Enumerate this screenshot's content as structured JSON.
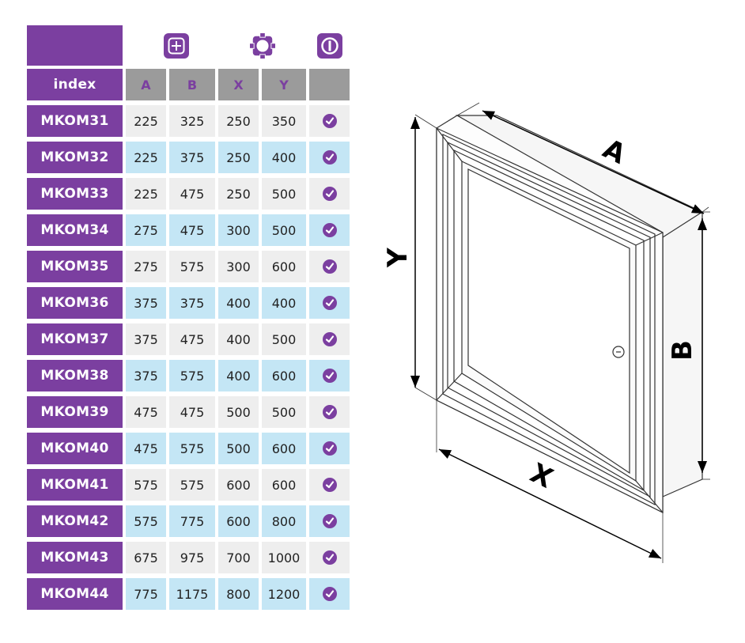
{
  "header": {
    "top_icons": [
      "crosshair-plus-icon",
      "frame-mount-icon",
      "lock-slot-icon"
    ],
    "columns": [
      "index",
      "A",
      "B",
      "X",
      "Y",
      ""
    ]
  },
  "rows": [
    {
      "index": "MKOM31",
      "A": "225",
      "B": "325",
      "X": "250",
      "Y": "350"
    },
    {
      "index": "MKOM32",
      "A": "225",
      "B": "375",
      "X": "250",
      "Y": "400"
    },
    {
      "index": "MKOM33",
      "A": "225",
      "B": "475",
      "X": "250",
      "Y": "500"
    },
    {
      "index": "MKOM34",
      "A": "275",
      "B": "475",
      "X": "300",
      "Y": "500"
    },
    {
      "index": "MKOM35",
      "A": "275",
      "B": "575",
      "X": "300",
      "Y": "600"
    },
    {
      "index": "MKOM36",
      "A": "375",
      "B": "375",
      "X": "400",
      "Y": "400"
    },
    {
      "index": "MKOM37",
      "A": "375",
      "B": "475",
      "X": "400",
      "Y": "500"
    },
    {
      "index": "MKOM38",
      "A": "375",
      "B": "575",
      "X": "400",
      "Y": "600"
    },
    {
      "index": "MKOM39",
      "A": "475",
      "B": "475",
      "X": "500",
      "Y": "500"
    },
    {
      "index": "MKOM40",
      "A": "475",
      "B": "575",
      "X": "500",
      "Y": "600"
    },
    {
      "index": "MKOM41",
      "A": "575",
      "B": "575",
      "X": "600",
      "Y": "600"
    },
    {
      "index": "MKOM42",
      "A": "575",
      "B": "775",
      "X": "600",
      "Y": "800"
    },
    {
      "index": "MKOM43",
      "A": "675",
      "B": "975",
      "X": "700",
      "Y": "1000"
    },
    {
      "index": "MKOM44",
      "A": "775",
      "B": "1175",
      "X": "800",
      "Y": "1200"
    }
  ],
  "row_icon": "check-circle-icon",
  "diagram": {
    "labels": {
      "A": "A",
      "B": "B",
      "X": "X",
      "Y": "Y"
    }
  },
  "colors": {
    "purple": "#7b3fa0",
    "gray": "#9b9b9b",
    "row_light": "#eeeeee",
    "row_blue": "#c4e6f5"
  }
}
